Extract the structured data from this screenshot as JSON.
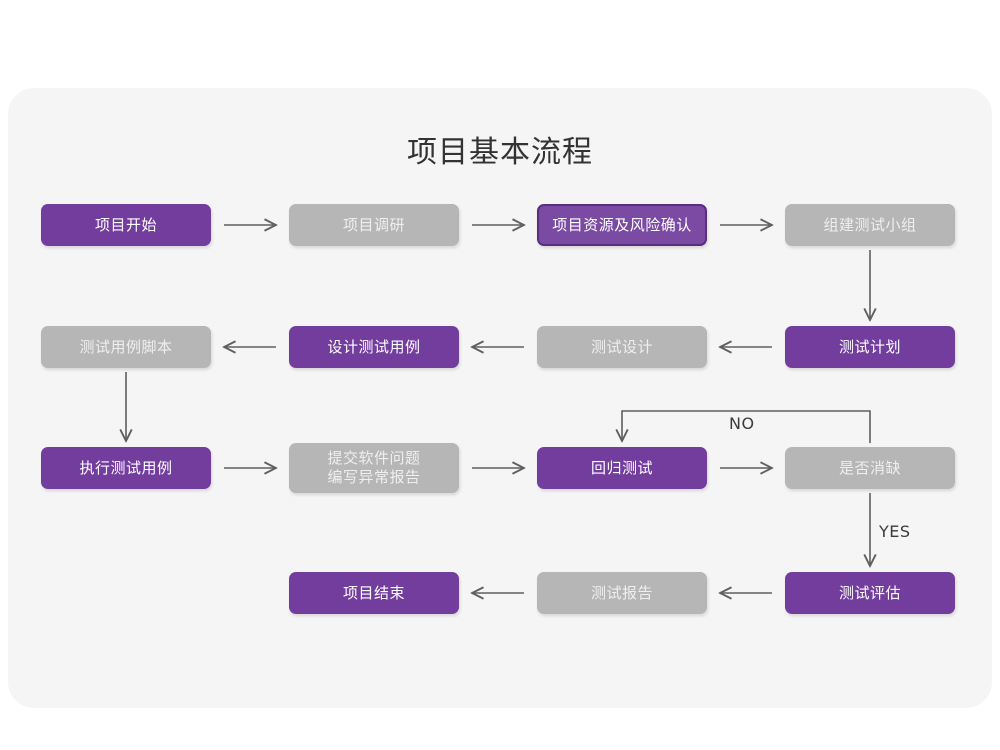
{
  "diagram": {
    "title": "项目基本流程",
    "type": "flowchart",
    "palette": {
      "page_background": "#ffffff",
      "card_background": "#f5f5f5",
      "purple": "#733d9e",
      "purple_outline_fill": "#7b4aa3",
      "purple_outline_border": "#5a2d80",
      "gray": "#b6b6b6",
      "gray_text": "#efefef",
      "purple_text": "#ffffff",
      "connector": "#5f5f5f",
      "title_text": "#333333"
    },
    "nodes": [
      {
        "id": "n1",
        "label": "项目开始",
        "style": "purple",
        "row": 1,
        "col": 1
      },
      {
        "id": "n2",
        "label": "项目调研",
        "style": "gray",
        "row": 1,
        "col": 2
      },
      {
        "id": "n3",
        "label": "项目资源及风险确认",
        "style": "purple-outline",
        "row": 1,
        "col": 3
      },
      {
        "id": "n4",
        "label": "组建测试小组",
        "style": "gray",
        "row": 1,
        "col": 4
      },
      {
        "id": "n5",
        "label": "测试计划",
        "style": "purple",
        "row": 2,
        "col": 4
      },
      {
        "id": "n6",
        "label": "测试设计",
        "style": "gray",
        "row": 2,
        "col": 3
      },
      {
        "id": "n7",
        "label": "设计测试用例",
        "style": "purple",
        "row": 2,
        "col": 2
      },
      {
        "id": "n8",
        "label": "测试用例脚本",
        "style": "gray",
        "row": 2,
        "col": 1
      },
      {
        "id": "n9",
        "label": "执行测试用例",
        "style": "purple",
        "row": 3,
        "col": 1
      },
      {
        "id": "n10",
        "label_line1": "提交软件问题",
        "label_line2": "编写异常报告",
        "style": "gray",
        "row": 3,
        "col": 2
      },
      {
        "id": "n11",
        "label": "回归测试",
        "style": "purple",
        "row": 3,
        "col": 3
      },
      {
        "id": "n12",
        "label": "是否消缺",
        "style": "gray",
        "row": 3,
        "col": 4
      },
      {
        "id": "n13",
        "label": "测试评估",
        "style": "purple",
        "row": 4,
        "col": 4
      },
      {
        "id": "n14",
        "label": "测试报告",
        "style": "gray",
        "row": 4,
        "col": 3
      },
      {
        "id": "n15",
        "label": "项目结束",
        "style": "purple",
        "row": 4,
        "col": 2
      }
    ],
    "edges": [
      {
        "from": "n1",
        "to": "n2",
        "label": "",
        "direction": "right"
      },
      {
        "from": "n2",
        "to": "n3",
        "label": "",
        "direction": "right"
      },
      {
        "from": "n3",
        "to": "n4",
        "label": "",
        "direction": "right"
      },
      {
        "from": "n4",
        "to": "n5",
        "label": "",
        "direction": "down"
      },
      {
        "from": "n5",
        "to": "n6",
        "label": "",
        "direction": "left"
      },
      {
        "from": "n6",
        "to": "n7",
        "label": "",
        "direction": "left"
      },
      {
        "from": "n7",
        "to": "n8",
        "label": "",
        "direction": "left"
      },
      {
        "from": "n8",
        "to": "n9",
        "label": "",
        "direction": "down"
      },
      {
        "from": "n9",
        "to": "n10",
        "label": "",
        "direction": "right"
      },
      {
        "from": "n10",
        "to": "n11",
        "label": "",
        "direction": "right"
      },
      {
        "from": "n11",
        "to": "n12",
        "label": "",
        "direction": "right"
      },
      {
        "from": "n12",
        "to": "n11",
        "label": "NO",
        "direction": "loop-up-left-down"
      },
      {
        "from": "n12",
        "to": "n13",
        "label": "YES",
        "direction": "down"
      },
      {
        "from": "n13",
        "to": "n14",
        "label": "",
        "direction": "left"
      },
      {
        "from": "n14",
        "to": "n15",
        "label": "",
        "direction": "left"
      }
    ],
    "edge_labels": {
      "no": "NO",
      "yes": "YES"
    }
  }
}
